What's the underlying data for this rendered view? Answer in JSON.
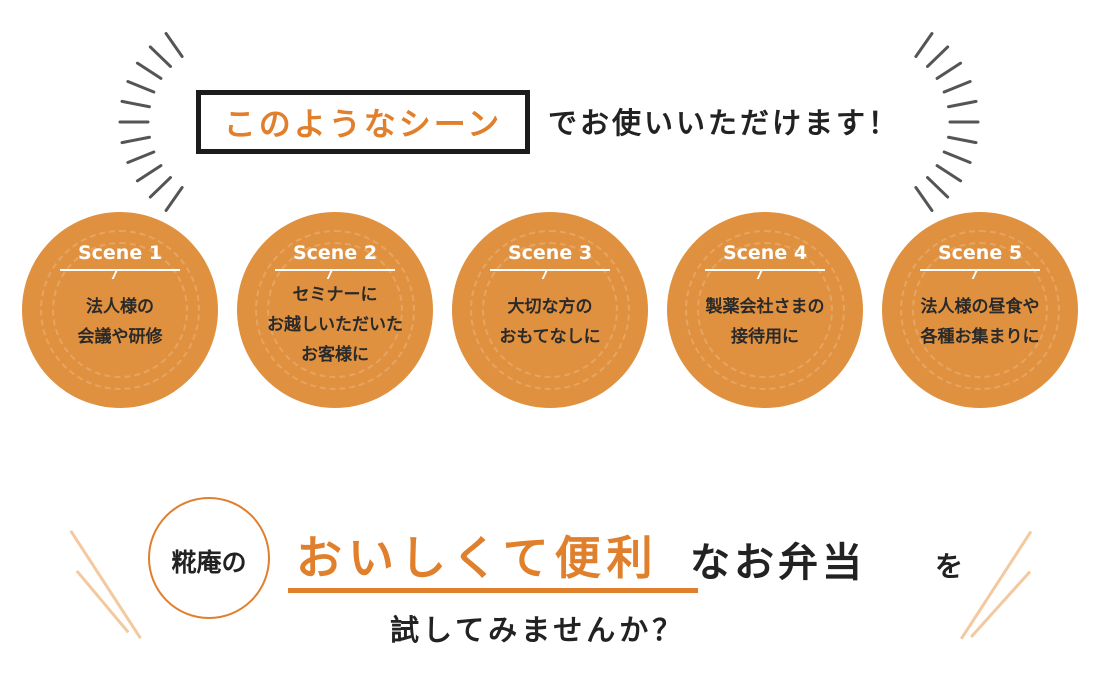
{
  "header": {
    "highlight": "このようなシーン",
    "rest": "でお使いいただけます！"
  },
  "scenes": [
    {
      "label": "Scene 1",
      "desc": "法人様の\n会議や研修"
    },
    {
      "label": "Scene 2",
      "desc": "セミナーに\nお越しいただいた\nお客様に"
    },
    {
      "label": "Scene 3",
      "desc": "大切な方の\nおもてなしに"
    },
    {
      "label": "Scene 4",
      "desc": "製薬会社さまの\n接待用に"
    },
    {
      "label": "Scene 5",
      "desc": "法人様の昼食や\n各種お集まりに"
    }
  ],
  "cta": {
    "brand": "糀庵の",
    "headline_orange": "おいしくて便利",
    "headline_dark": "なお弁当",
    "particle": "を",
    "sub": "試してみませんか？"
  },
  "colors": {
    "accent": "#E07F2C",
    "circle": "#E0913F",
    "dark": "#222222",
    "stick": "#F3C9A0"
  }
}
